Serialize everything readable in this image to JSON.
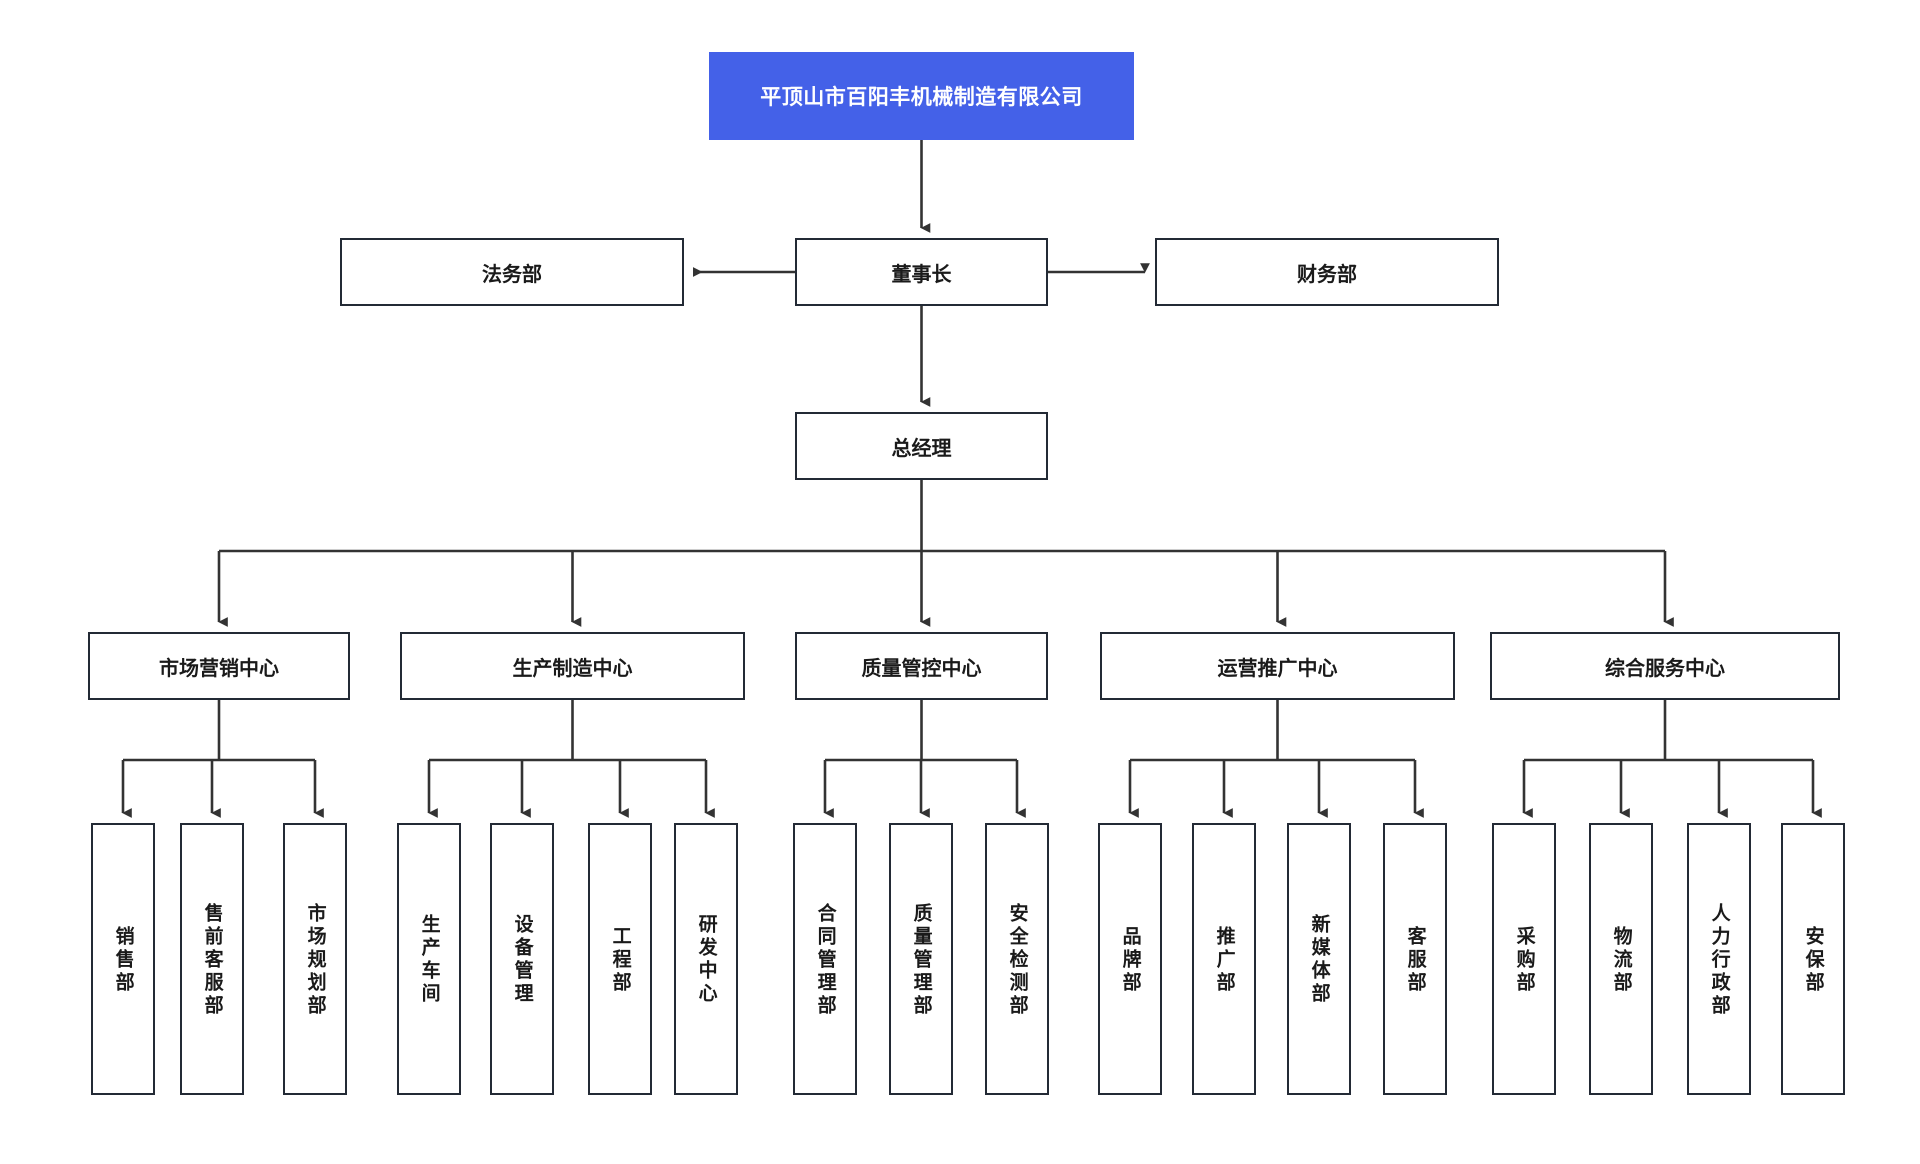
{
  "chart": {
    "type": "org-chart",
    "title": "平顶山市百阳丰机械制造有限公司",
    "background_color": "#ffffff",
    "root_fill": "#4461e8",
    "root_text_color": "#ffffff",
    "box_border_color": "#232a35",
    "connector_color": "#333333"
  },
  "nodes": {
    "root": {
      "label": "平顶山市百阳丰机械制造有限公司"
    },
    "chairman": {
      "label": "董事长"
    },
    "legal": {
      "label": "法务部"
    },
    "finance": {
      "label": "财务部"
    },
    "general_manager": {
      "label": "总经理"
    }
  },
  "centers": [
    {
      "label": "市场营销中心",
      "departments": [
        {
          "label": "销售部"
        },
        {
          "label": "售前客服部"
        },
        {
          "label": "市场规划部"
        }
      ]
    },
    {
      "label": "生产制造中心",
      "departments": [
        {
          "label": "生产车间"
        },
        {
          "label": "设备管理"
        },
        {
          "label": "工程部"
        },
        {
          "label": "研发中心"
        }
      ]
    },
    {
      "label": "质量管控中心",
      "departments": [
        {
          "label": "合同管理部"
        },
        {
          "label": "质量管理部"
        },
        {
          "label": "安全检测部"
        }
      ]
    },
    {
      "label": "运营推广中心",
      "departments": [
        {
          "label": "品牌部"
        },
        {
          "label": "推广部"
        },
        {
          "label": "新媒体部"
        },
        {
          "label": "客服部"
        }
      ]
    },
    {
      "label": "综合服务中心",
      "departments": [
        {
          "label": "采购部"
        },
        {
          "label": "物流部"
        },
        {
          "label": "人力行政部"
        },
        {
          "label": "安保部"
        }
      ]
    }
  ]
}
